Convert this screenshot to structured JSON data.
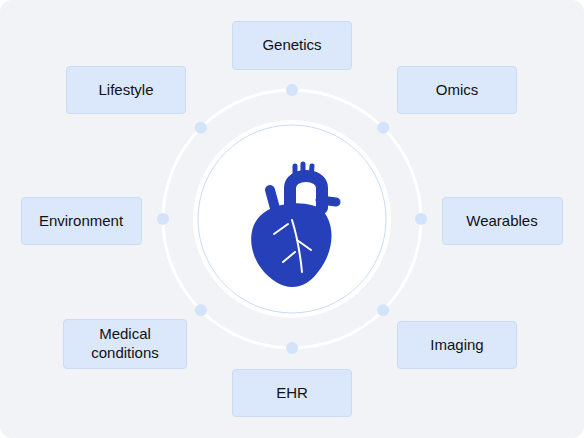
{
  "diagram": {
    "nodes": [
      {
        "text": [
          "Genetics"
        ]
      },
      {
        "text": [
          "Lifestyle"
        ]
      },
      {
        "text": [
          "Omics"
        ]
      },
      {
        "text": [
          "Environment"
        ]
      },
      {
        "text": [
          "Wearables"
        ]
      },
      {
        "text": [
          "Medical conditions"
        ]
      },
      {
        "text": [
          "Imaging"
        ]
      },
      {
        "text": [
          "EHR"
        ]
      }
    ]
  }
}
